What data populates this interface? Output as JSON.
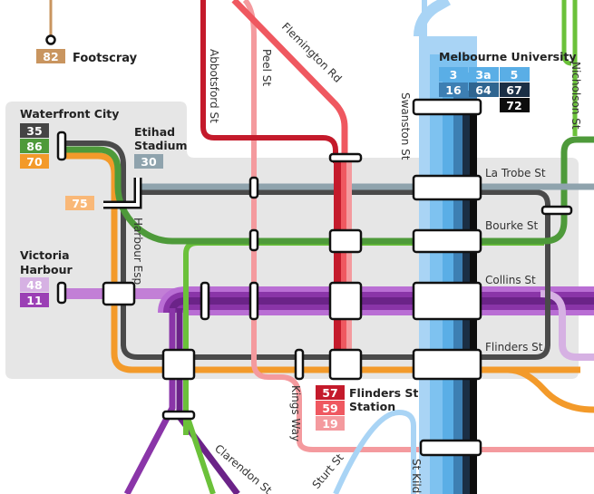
{
  "streets": {
    "abbotsford": "Abbotsford St",
    "peel": "Peel St",
    "flemington": "Flemington Rd",
    "swanston": "Swanston St",
    "nicholson": "Nicholson St",
    "la_trobe": "La Trobe St",
    "bourke": "Bourke St",
    "collins": "Collins St",
    "flinders": "Flinders St",
    "harbour_esp": "Harbour Esp",
    "kings_way": "Kings Way",
    "clarendon": "Clarendon St",
    "sturt": "Sturt St",
    "st_kilda": "St Kild"
  },
  "stops": {
    "footscray": "Footscray",
    "melbourne_university": "Melbourne University",
    "waterfront_city": "Waterfront City",
    "etihad_1": "Etihad",
    "etihad_2": "Stadium",
    "victoria_1": "Victoria",
    "victoria_2": "Harbour",
    "flinders_1": "Flinders St",
    "flinders_2": "Station"
  },
  "routes": {
    "r82": {
      "label": "82",
      "color": "#c9955f"
    },
    "r3": {
      "label": "3",
      "color": "#5aaee6"
    },
    "r3a": {
      "label": "3a",
      "color": "#5aaee6"
    },
    "r5": {
      "label": "5",
      "color": "#5aaee6"
    },
    "r16": {
      "label": "16",
      "color": "#3d7fb3"
    },
    "r64": {
      "label": "64",
      "color": "#2f6590"
    },
    "r67": {
      "label": "67",
      "color": "#1b2f45"
    },
    "r72": {
      "label": "72",
      "color": "#0d0d0d"
    },
    "r35": {
      "label": "35",
      "color": "#444444"
    },
    "r86": {
      "label": "86",
      "color": "#4e9a3a"
    },
    "r70": {
      "label": "70",
      "color": "#f39a2a"
    },
    "r30": {
      "label": "30",
      "color": "#8fa3ad"
    },
    "r75": {
      "label": "75",
      "color": "#f9b878"
    },
    "r48": {
      "label": "48",
      "color": "#d6b1e3"
    },
    "r11": {
      "label": "11",
      "color": "#9b3fb5"
    },
    "r57": {
      "label": "57",
      "color": "#c41a2b"
    },
    "r59": {
      "label": "59",
      "color": "#ef5860"
    },
    "r19": {
      "label": "19",
      "color": "#f49a9e"
    }
  }
}
